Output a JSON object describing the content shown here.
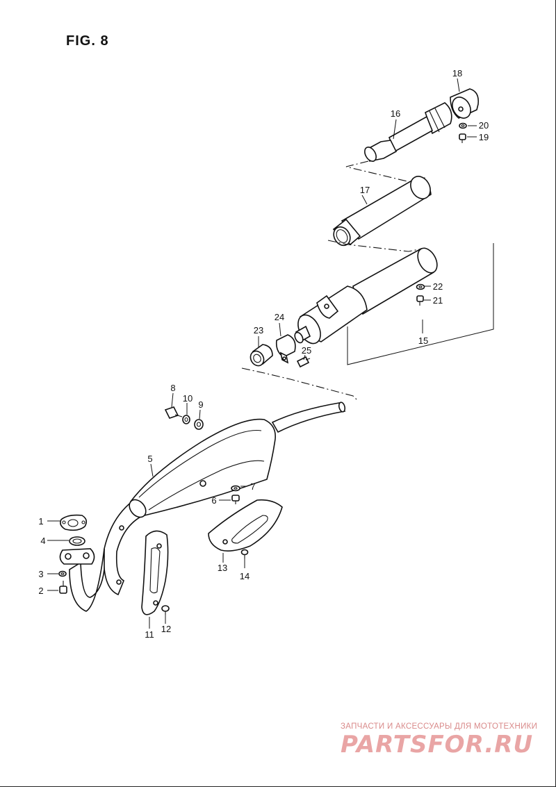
{
  "figure": {
    "title": "FIG. 8"
  },
  "callouts": [
    "1",
    "2",
    "3",
    "4",
    "5",
    "6",
    "7",
    "8",
    "9",
    "10",
    "11",
    "12",
    "13",
    "14",
    "15",
    "16",
    "17",
    "18",
    "19",
    "20",
    "21",
    "22",
    "23",
    "24",
    "25"
  ],
  "watermark": {
    "tagline": "ЗАПЧАСТИ И АКСЕССУАРЫ ДЛЯ МОТОТЕХНИКИ",
    "logo": "PARTSFOR.RU"
  }
}
